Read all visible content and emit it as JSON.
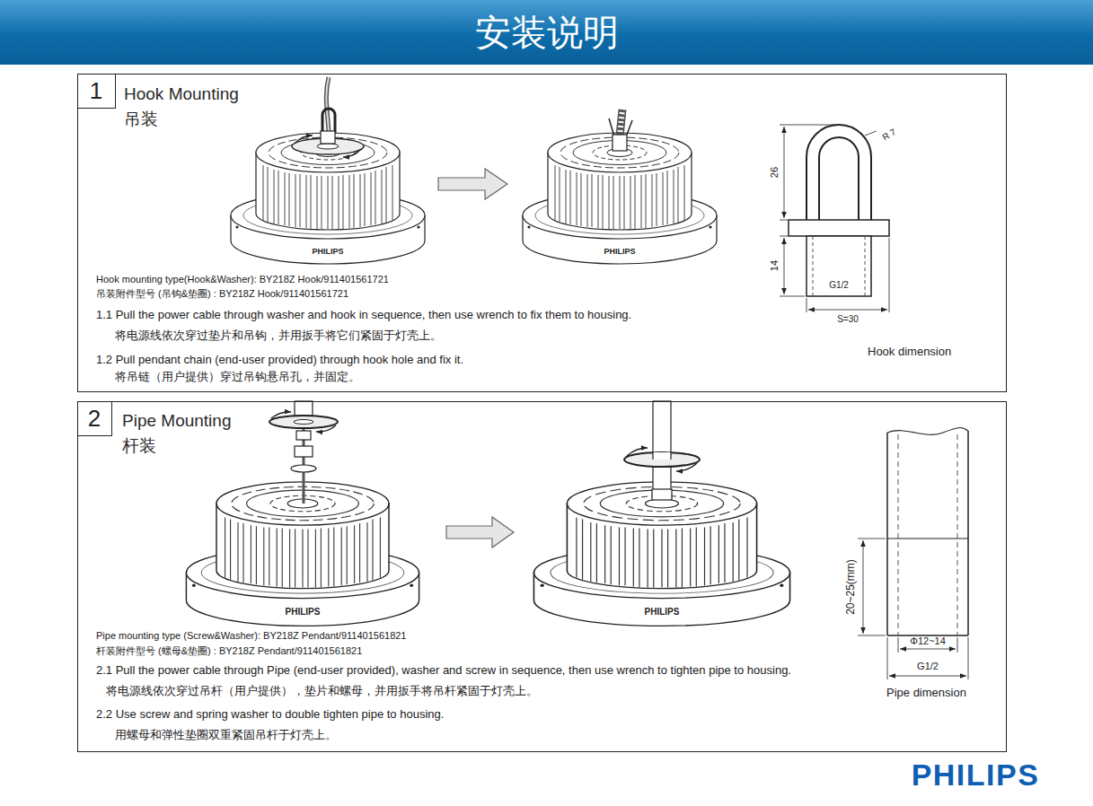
{
  "diagram": {
    "title": "安装说明",
    "nodes": [
      {
        "text": [
          "Hook Mounting",
          "吊装",
          "Hook mounting type(Hook&Washer): BY218Z Hook/911401561721",
          "吊装附件型号 (吊钩&垫圈) : BY218Z Hook/911401561721",
          "1.1 Pull the power cable through washer and hook in sequence, then use wrench to fix them to housing.",
          "将电源线依次穿过垫片和吊钩，并用扳手将它们紧固于灯壳上。",
          "1.2 Pull pendant chain (end-user provided) through hook hole and fix it.",
          "将吊链（用户提供）穿过吊钩悬吊孔，并固定。"
        ]
      },
      {
        "text": [
          "1"
        ],
        "in": 0
      },
      {
        "text": [
          "Pipe Mounting",
          "杆装",
          "Pipe mounting type (Screw&Washer): BY218Z Pendant/911401561821",
          "杆装附件型号 (螺母&垫圈) : BY218Z Pendant/911401561821",
          "2.1 Pull the power cable through Pipe (end-user provided), washer and screw in sequence, then use wrench to tighten pipe to housing.",
          "将电源线依次穿过吊杆（用户提供），垫片和螺母，并用扳手将吊杆紧固于灯壳上。",
          "2.2 Use screw and spring washer to double tighten pipe to housing.",
          "用螺母和弹性垫圈双重紧固吊杆于灯壳上。"
        ]
      },
      {
        "text": [
          "2"
        ],
        "in": 2
      }
    ],
    "labels": [
      "PHILIPS",
      "PHILIPS",
      "R 7",
      "26",
      "14",
      "G1/2",
      "S=30",
      "Hook dimension",
      "PHILIPS",
      "PHILIPS",
      "20~25(mm)",
      "Φ12~14",
      "G1/2",
      "Pipe dimension",
      "PHILIPS"
    ]
  }
}
